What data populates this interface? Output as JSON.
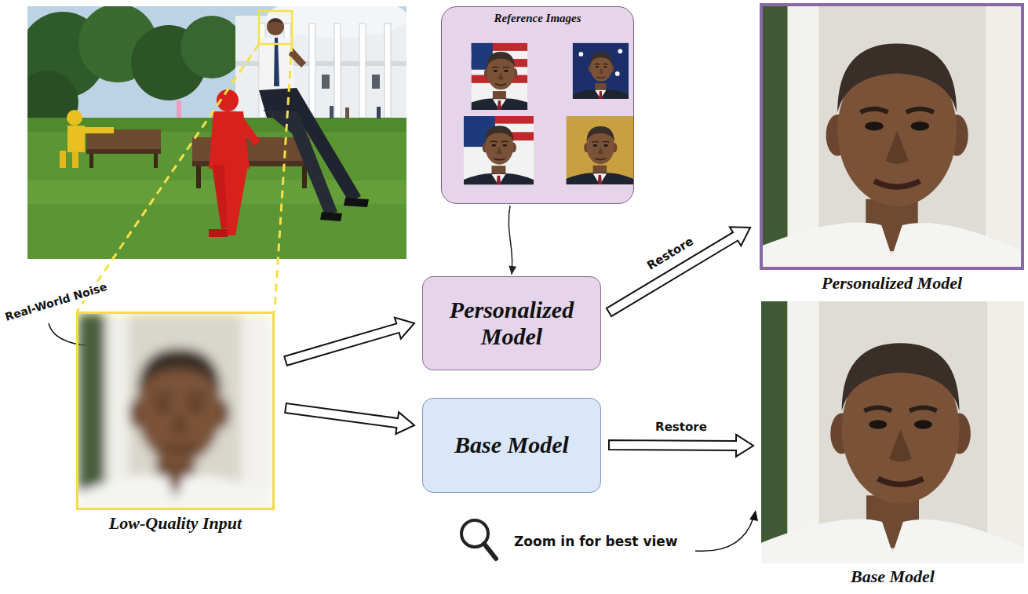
{
  "diagram": {
    "nodes": [
      {
        "text": [
          "Reference Images"
        ]
      },
      {
        "text": [
          "Low-Quality Input"
        ]
      },
      {
        "text": [
          "Personalized Model"
        ]
      },
      {
        "text": [
          "Base Model"
        ]
      },
      {
        "text": [
          "Personalized Model"
        ]
      },
      {
        "text": [
          "Base Model"
        ]
      }
    ],
    "edges": [
      {
        "from": 1,
        "to": 2,
        "arrow": "to"
      },
      {
        "from": 1,
        "to": 3,
        "arrow": "to"
      },
      {
        "from": 0,
        "to": 2,
        "arrow": "to"
      },
      {
        "from": 2,
        "to": 4,
        "label": "Restore",
        "arrow": "to"
      },
      {
        "from": 3,
        "to": 5,
        "label": "Restore",
        "arrow": "to"
      }
    ],
    "labels": [
      "Real-World Noise",
      "Zoom in for best view"
    ]
  }
}
